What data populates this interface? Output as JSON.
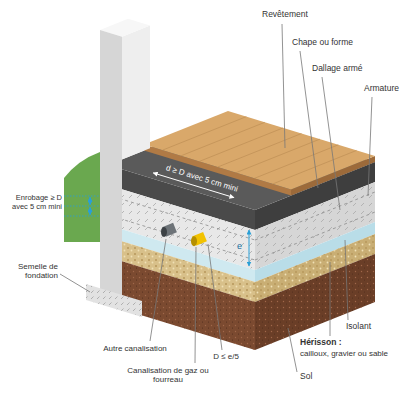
{
  "diagram": {
    "labels": [
      "Revêtement",
      "Chape ou forme",
      "Dallage armé",
      "Armature",
      "d ≥ D avec 5 cm mini",
      "Enrobage ≥ D avec 5 cm mini",
      "e",
      "Semelle de fondation",
      "Isolant",
      "Hérisson :",
      "cailloux, gravier ou sable",
      "Sol",
      "Autre canalisation",
      "Canalisation de gaz ou fourreau",
      "D ≤ e/5"
    ]
  }
}
